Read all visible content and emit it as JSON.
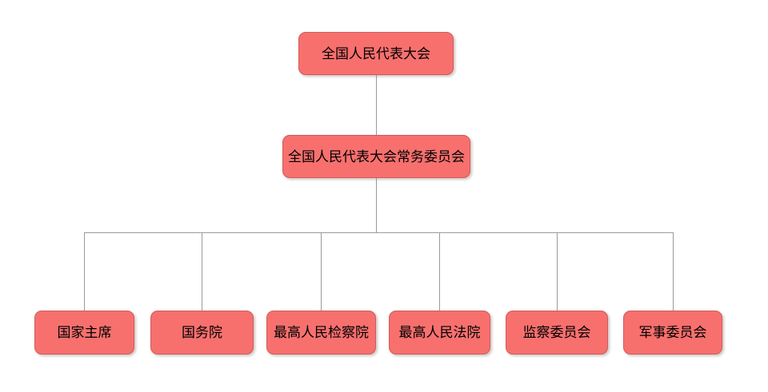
{
  "diagram": {
    "type": "org-chart",
    "background_color": "#FFFFFF",
    "node_fill_color": "#F7706E",
    "node_border_color": "#CE5B5B",
    "node_text_color": "#000000",
    "connector_color": "#9B9B9B",
    "nodes": {
      "root": {
        "label": "全国人民代表大会"
      },
      "mid": {
        "label": "全国人民代表大会常务委员会"
      },
      "children": [
        {
          "label": "国家主席"
        },
        {
          "label": "国务院"
        },
        {
          "label": "最高人民检察院"
        },
        {
          "label": "最高人民法院"
        },
        {
          "label": "监察委员会"
        },
        {
          "label": "军事委员会"
        }
      ]
    },
    "edges": [
      {
        "from": "全国人民代表大会",
        "to": "全国人民代表大会常务委员会"
      },
      {
        "from": "全国人民代表大会常务委员会",
        "to": "国家主席"
      },
      {
        "from": "全国人民代表大会常务委员会",
        "to": "国务院"
      },
      {
        "from": "全国人民代表大会常务委员会",
        "to": "最高人民检察院"
      },
      {
        "from": "全国人民代表大会常务委员会",
        "to": "最高人民法院"
      },
      {
        "from": "全国人民代表大会常务委员会",
        "to": "监察委员会"
      },
      {
        "from": "全国人民代表大会常务委员会",
        "to": "军事委员会"
      }
    ]
  }
}
